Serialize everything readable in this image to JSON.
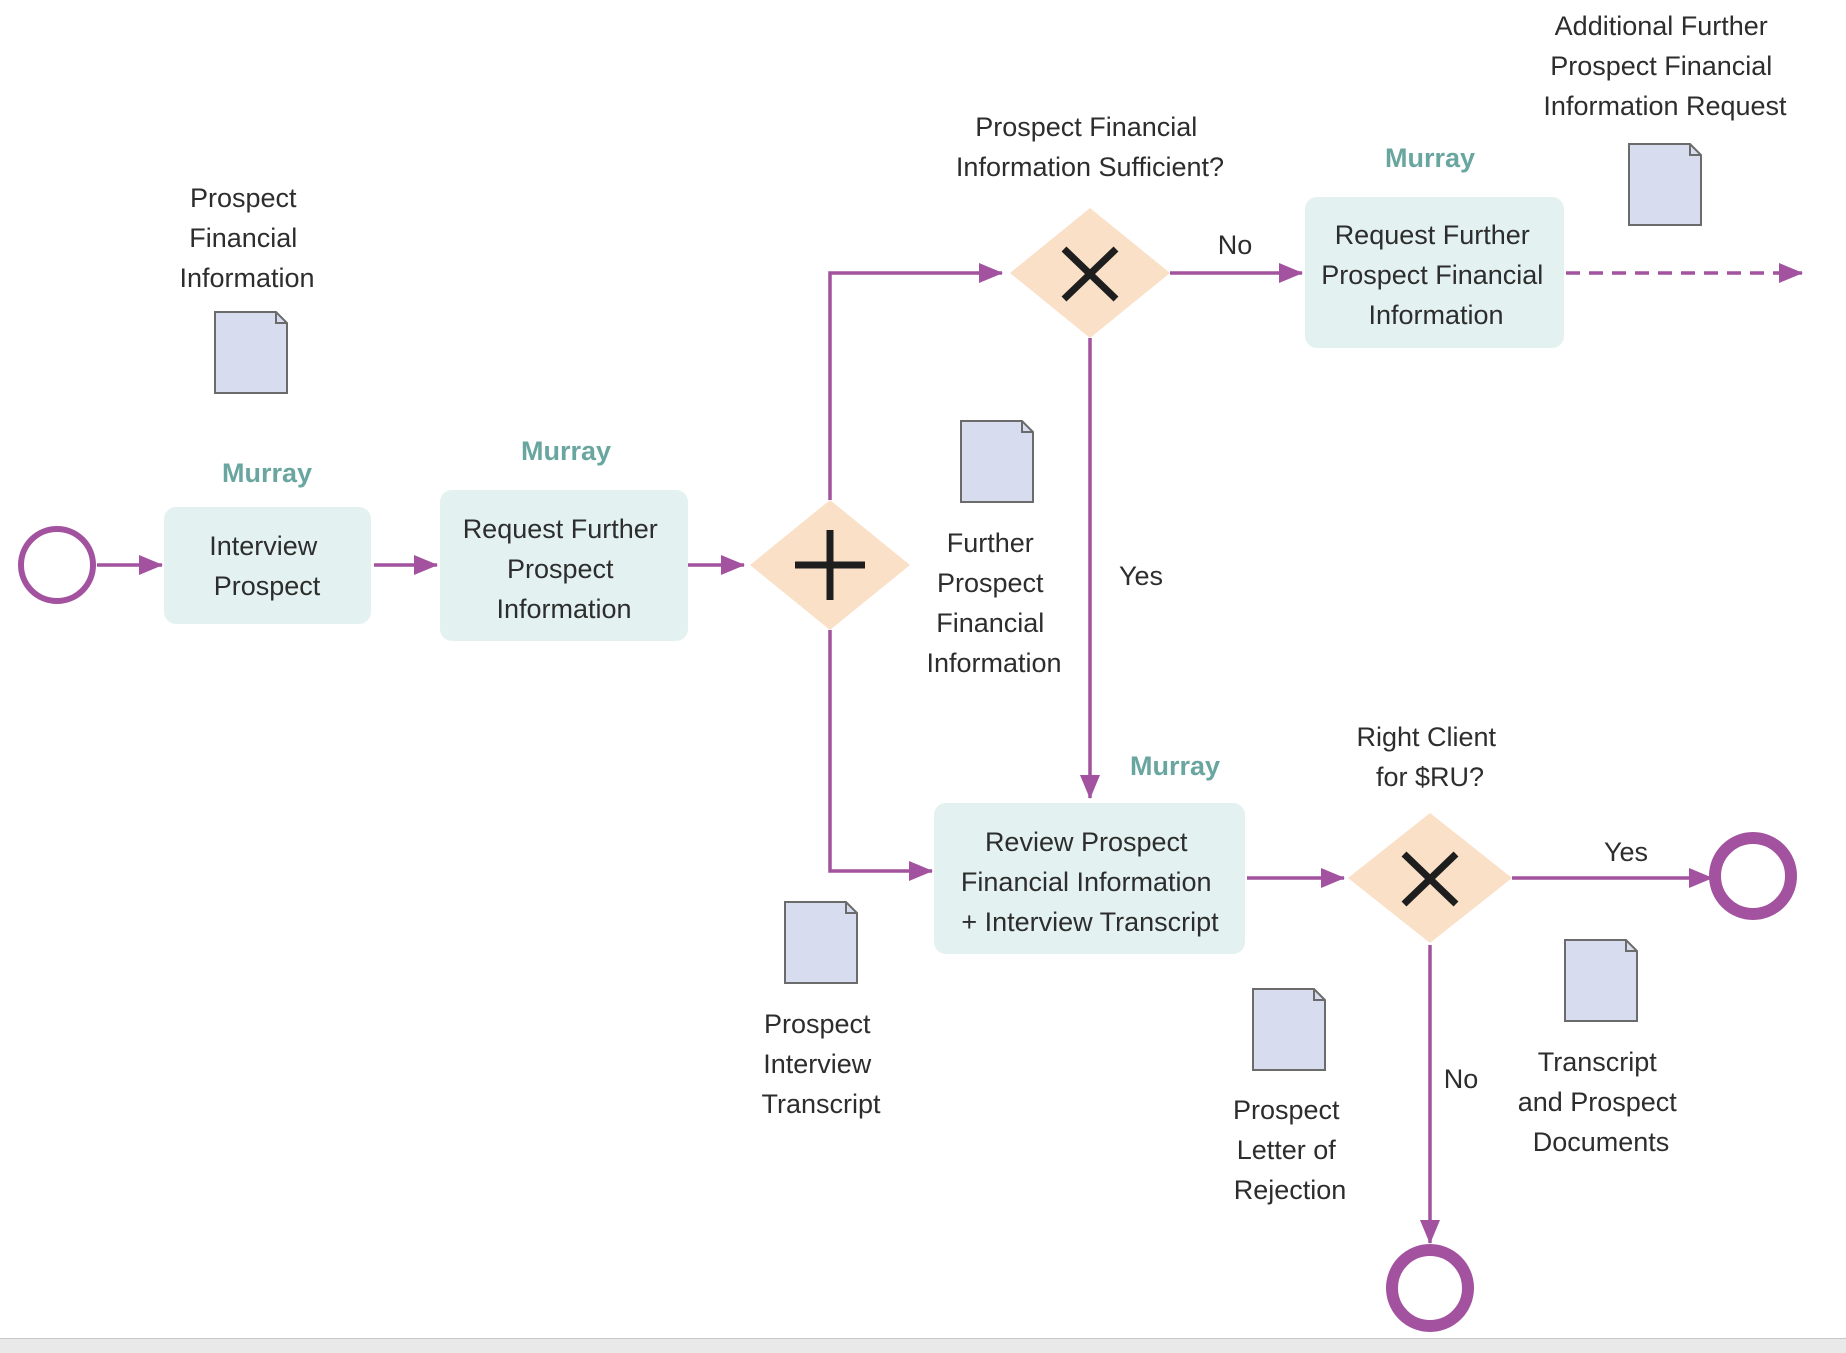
{
  "colors": {
    "flow": "#a2529e",
    "task_fill": "#e3f2f0",
    "gateway_fill": "#fbe0c8",
    "document_fill": "#d7dcef",
    "document_stroke": "#6b6b6b",
    "role_text": "#6aa6a0",
    "text": "#2d2d2d"
  },
  "tasks": {
    "interview": {
      "role": "Murray",
      "label": [
        "Interview",
        "Prospect"
      ]
    },
    "request_info": {
      "role": "Murray",
      "label": [
        "Request Further",
        "Prospect",
        "Information"
      ]
    },
    "request_financial": {
      "role": "Murray",
      "label": [
        "Request Further",
        "Prospect Financial",
        "Information"
      ]
    },
    "review": {
      "role": "Murray",
      "label": [
        "Review Prospect",
        "Financial Information",
        "+ Interview Transcript"
      ]
    }
  },
  "gateways": {
    "parallel": {
      "symbol": "plus-icon"
    },
    "sufficient": {
      "symbol": "x-icon",
      "label": [
        "Prospect Financial",
        "Information Sufficient?"
      ]
    },
    "right_client": {
      "symbol": "x-icon",
      "label": [
        "Right Client",
        "for $RU?"
      ]
    }
  },
  "documents": {
    "prospect_financial": [
      "Prospect",
      "Financial",
      "Information"
    ],
    "additional_request": [
      "Additional Further",
      "Prospect Financial",
      "Information Request"
    ],
    "further_financial": [
      "Further",
      "Prospect",
      "Financial",
      "Information"
    ],
    "interview_transcript": [
      "Prospect",
      "Interview",
      "Transcript"
    ],
    "rejection_letter": [
      "Prospect",
      "Letter of",
      "Rejection"
    ],
    "transcript_documents": [
      "Transcript",
      "and Prospect",
      "Documents"
    ]
  },
  "flow_labels": {
    "sufficient_no": "No",
    "sufficient_yes": "Yes",
    "client_yes": "Yes",
    "client_no": "No"
  },
  "events": [
    "start-event",
    "end-event-accepted",
    "end-event-rejected"
  ]
}
